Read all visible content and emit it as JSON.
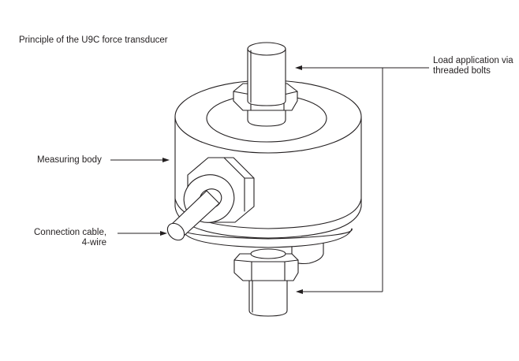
{
  "figure": {
    "title": "Principle of the U9C force transducer",
    "subject": "U9C force transducer",
    "labels": {
      "load_application": [
        "Load application via",
        "threaded bolts"
      ],
      "measuring_body": "Measuring body",
      "connection_cable": [
        "Connection cable,",
        "4-wire"
      ]
    }
  },
  "colors": {
    "line": "#231f20",
    "background": "#ffffff"
  }
}
